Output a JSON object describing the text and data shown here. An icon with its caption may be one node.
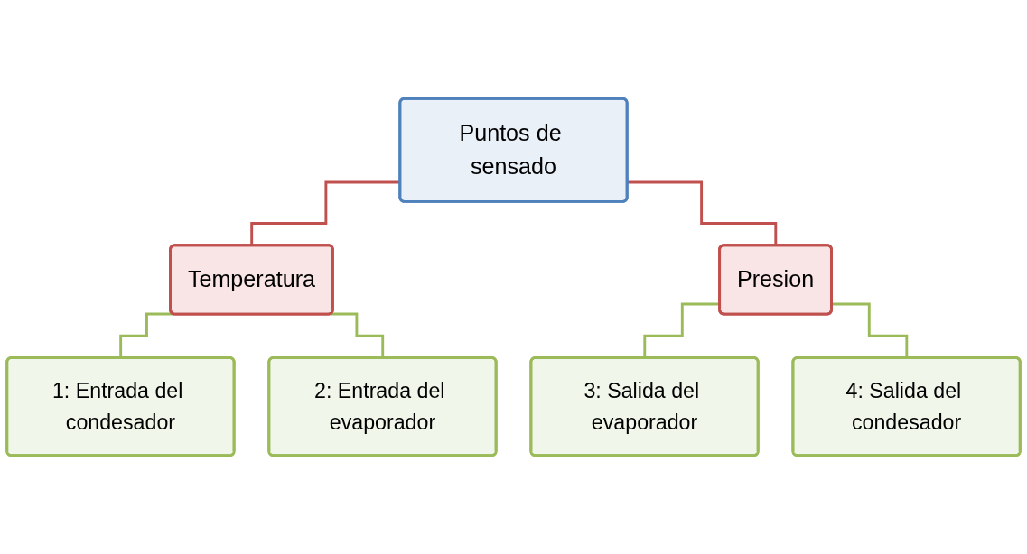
{
  "diagram": {
    "nodes": [
      {
        "text": [
          "Puntos de sensado"
        ]
      },
      {
        "text": [
          "Temperatura"
        ]
      },
      {
        "text": [
          "Presion"
        ]
      },
      {
        "text": [
          "1: Entrada del condesador"
        ]
      },
      {
        "text": [
          "2: Entrada del evaporador"
        ]
      },
      {
        "text": [
          "3: Salida del evaporador"
        ]
      },
      {
        "text": [
          "4: Salida del condesador"
        ]
      }
    ],
    "edges": [
      {
        "from": 0,
        "to": 1,
        "arrow": "none",
        "color": "#c0504d"
      },
      {
        "from": 0,
        "to": 2,
        "arrow": "none",
        "color": "#c0504d"
      },
      {
        "from": 1,
        "to": 3,
        "arrow": "none"
      },
      {
        "from": 1,
        "to": 4,
        "arrow": "none"
      },
      {
        "from": 2,
        "to": 5,
        "arrow": "none"
      },
      {
        "from": 2,
        "to": 6,
        "arrow": "none"
      }
    ]
  }
}
